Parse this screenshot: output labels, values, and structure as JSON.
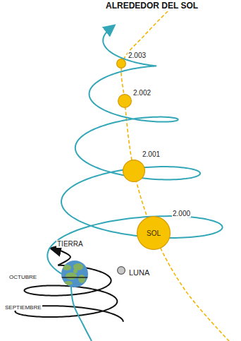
{
  "diagram": {
    "title": "ALREDEDOR DEL SOL",
    "nodes": [
      {
        "text": [
          "2.003"
        ]
      },
      {
        "text": [
          "2.002"
        ]
      },
      {
        "text": [
          "2.001"
        ]
      },
      {
        "text": [
          "2.000",
          "SOL"
        ]
      },
      {
        "text": [
          "TIERRA"
        ]
      },
      {
        "text": [
          "LUNA"
        ]
      }
    ],
    "labels": [
      "OCTUBRE",
      "SEPTIEMBRE"
    ]
  }
}
